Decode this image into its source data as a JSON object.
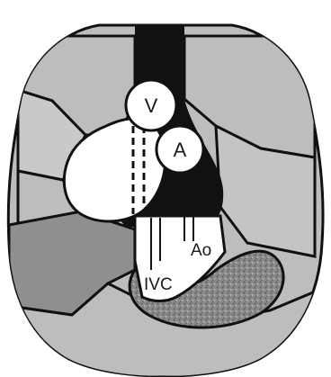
{
  "labels": {
    "v": "V",
    "a": "A",
    "ao": "Ao",
    "ivc": "IVC"
  },
  "colors": {
    "outline": "#111111",
    "light_fill": "#bdbdbd",
    "medium_fill": "#8f8f8f",
    "dark_fill": "#111111",
    "white": "#ffffff",
    "stipple": "#7a7a7a"
  }
}
